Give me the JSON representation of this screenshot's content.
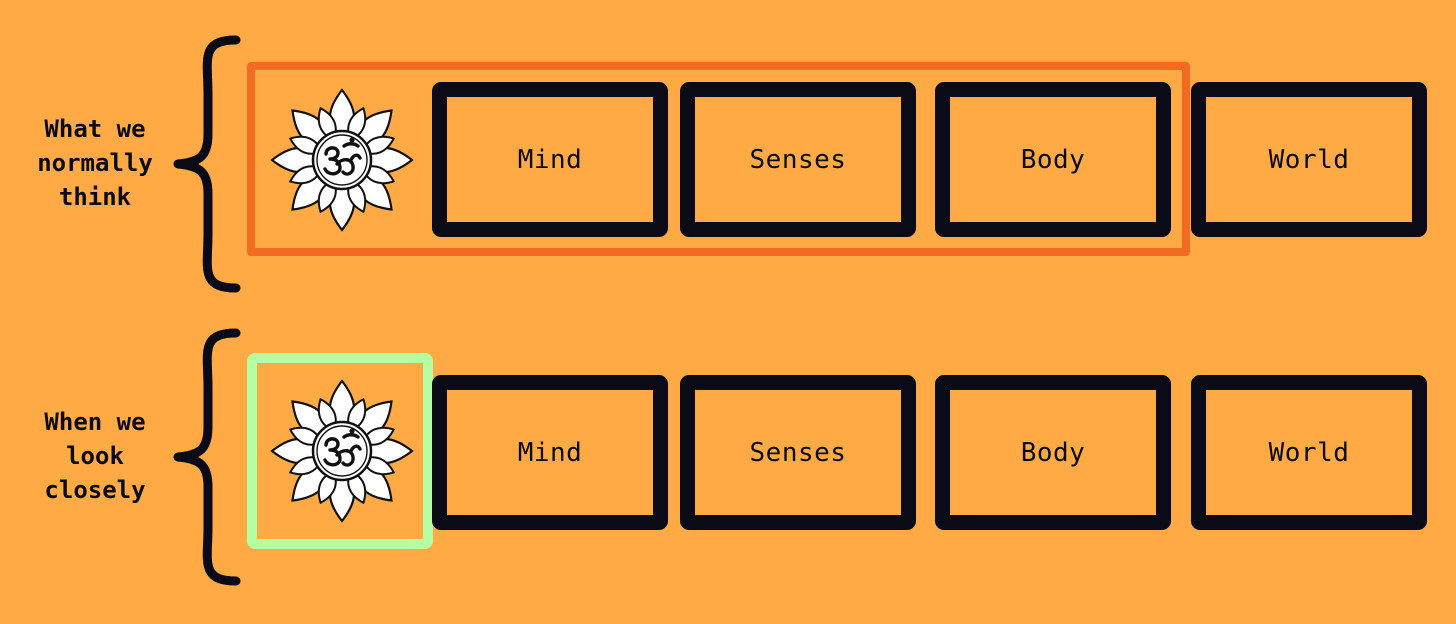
{
  "rows": [
    {
      "label_lines": [
        "What we",
        "normally",
        "think"
      ],
      "boxes": [
        "Mind",
        "Senses",
        "Body",
        "World"
      ]
    },
    {
      "label_lines": [
        "When we",
        "look",
        "closely"
      ],
      "boxes": [
        "Mind",
        "Senses",
        "Body",
        "World"
      ]
    }
  ],
  "colors": {
    "background": "#FFAA44",
    "box_border": "#0b0b18",
    "normal_highlight": "#F26B23",
    "close_highlight": "#B4FFA2"
  },
  "icons": {
    "self_symbol": "om-lotus-icon",
    "grouping": "curly-brace"
  }
}
